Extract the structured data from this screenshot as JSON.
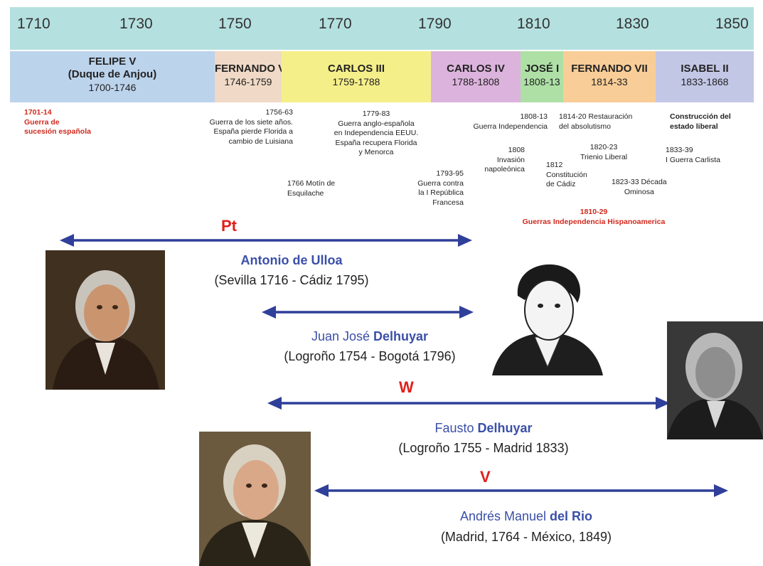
{
  "years": [
    "1710",
    "1730",
    "1750",
    "1770",
    "1790",
    "1810",
    "1830",
    "1850"
  ],
  "reigns": [
    {
      "name": "FELIPE V\n(Duque de Anjou)",
      "years": "1700-1746",
      "color": "#bcd3ec"
    },
    {
      "name": "FERNANDO VI",
      "years": "1746-1759",
      "color": "#f0d9c6"
    },
    {
      "name": "CARLOS III",
      "years": "1759-1788",
      "color": "#f5ef8a"
    },
    {
      "name": "CARLOS IV",
      "years": "1788-1808",
      "color": "#dcb3dc"
    },
    {
      "name": "JOSÉ I",
      "years": "1808-13",
      "color": "#aee0a6"
    },
    {
      "name": "FERNANDO VII",
      "years": "1814-33",
      "color": "#f8cd97"
    },
    {
      "name": "ISABEL II",
      "years": "1833-1868",
      "color": "#c3c7e6"
    }
  ],
  "events": {
    "e1": "1701-14\nGuerra de\nsucesión española",
    "e2": "1756-63\nGuerra de los siete años.\nEspaña pierde Florida a\ncambio de Luisiana",
    "e3": "1779-83\nGuerra anglo-española\nen Independencia EEUU.\nEspaña recupera Florida\ny Menorca",
    "e4": "1766 Motín de\nEsquilache",
    "e5": "1793-95\nGuerra contra\nla I República\nFrancesa",
    "e6": "1808-13\nGuerra Independencia",
    "e7": "1808\nInvasión\nnapoleónica",
    "e8": "1814-20 Restauración\ndel absolutismo",
    "e9": "1812\nConstitución\nde Cádiz",
    "e10": "1820-23\nTrienio Liberal",
    "e11": "1823-33 Década\nOminosa",
    "e12": "Construcción del\nestado liberal",
    "e13": "1833-39\nI Guerra Carlista",
    "e14": "1810-29\nGuerras Independencia Hispanoamerica"
  },
  "scientists": [
    {
      "element": "Pt",
      "name_plain": "",
      "name_bold": "Antonio de Ulloa",
      "life": "(Sevilla 1716 - Cádiz 1795)"
    },
    {
      "element": "",
      "name_plain": "Juan José ",
      "name_bold": "Delhuyar",
      "life": "(Logroño 1754 - Bogotá 1796)"
    },
    {
      "element": "W",
      "name_plain": "Fausto ",
      "name_bold": "Delhuyar",
      "life": "(Logroño 1755 - Madrid 1833)"
    },
    {
      "element": "V",
      "name_plain": "Andrés Manuel ",
      "name_bold": "del Rio",
      "life": "(Madrid, 1764 - México, 1849)"
    }
  ],
  "colors": {
    "arrow": "#2f3f9a",
    "element": "#e0201b",
    "highlight": "#d0291e"
  }
}
